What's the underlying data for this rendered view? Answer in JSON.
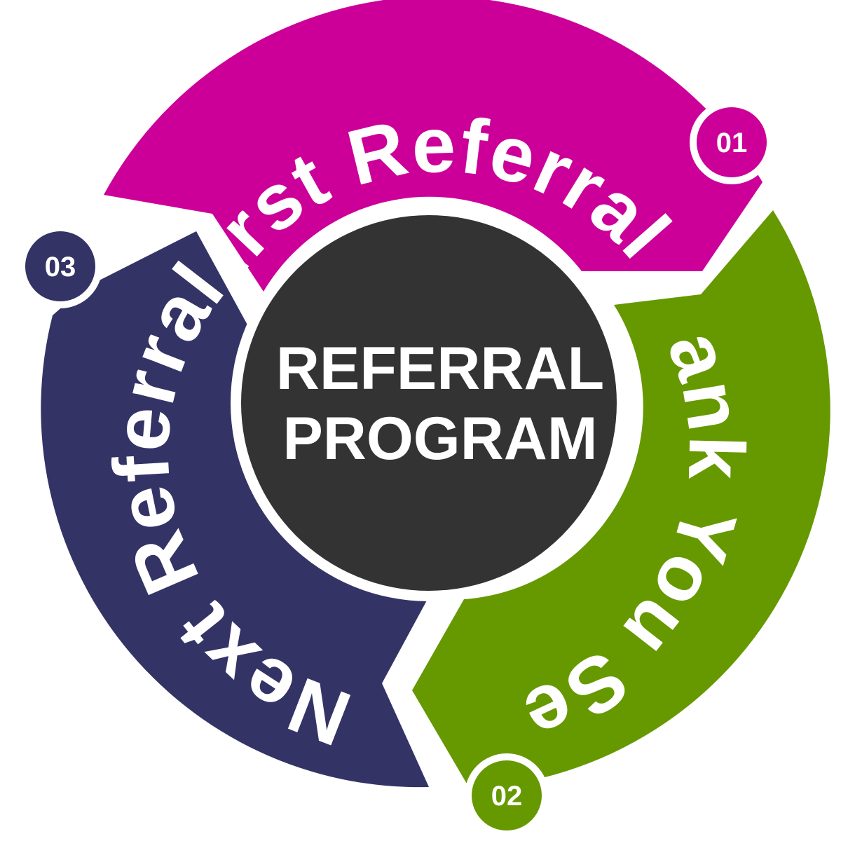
{
  "center": {
    "line1": "REFERRAL",
    "line2": "PROGRAM",
    "color": "#333333"
  },
  "steps": [
    {
      "number": "01",
      "label": "First Referral",
      "color": "#CC0099"
    },
    {
      "number": "02",
      "label": "Thank You Sent",
      "color": "#669900"
    },
    {
      "number": "03",
      "label": "Next Referral",
      "color": "#333366"
    }
  ]
}
